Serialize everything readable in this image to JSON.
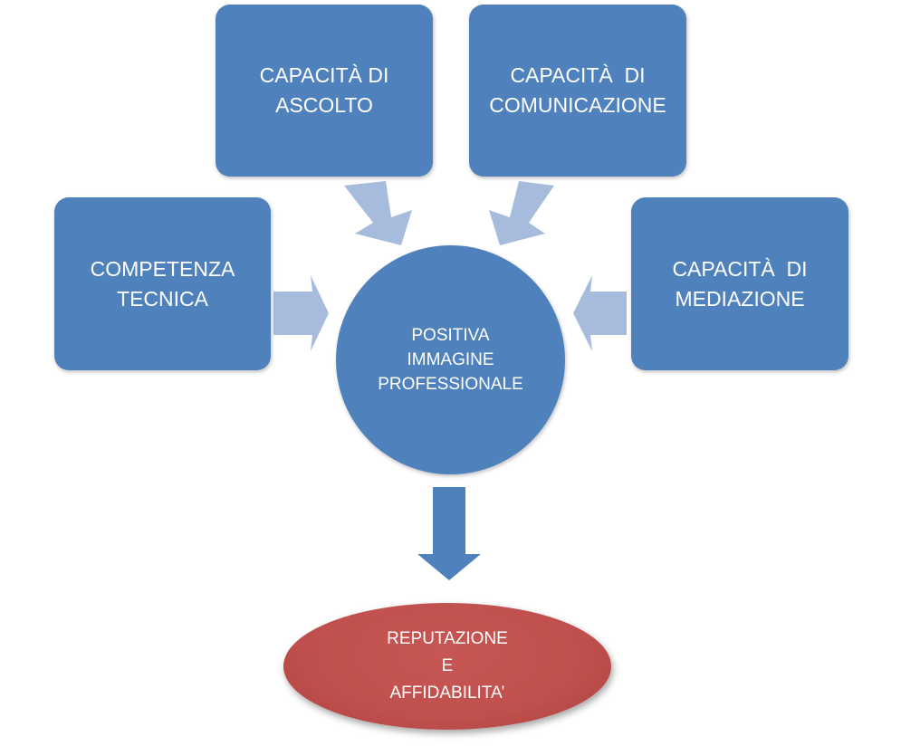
{
  "nodes": {
    "ascolto": {
      "lines": [
        "CAPACITÀ DI",
        "ASCOLTO"
      ]
    },
    "comunicazione": {
      "lines": [
        "CAPACITÀ  DI",
        "COMUNICAZIONE"
      ]
    },
    "competenza": {
      "lines": [
        "COMPETENZA",
        "TECNICA"
      ]
    },
    "mediazione": {
      "lines": [
        "CAPACITÀ  DI",
        "MEDIAZIONE"
      ]
    },
    "center": {
      "lines": [
        "POSITIVA",
        "IMMAGINE",
        "PROFESSIONALE"
      ]
    },
    "result": {
      "lines": [
        "REPUTAZIONE",
        "E",
        "AFFIDABILITA’"
      ]
    }
  },
  "colors": {
    "box_fill": "#4f81bd",
    "light_arrow": "#a7bcdc",
    "result_fill": "#c0504d",
    "text": "#ffffff"
  }
}
